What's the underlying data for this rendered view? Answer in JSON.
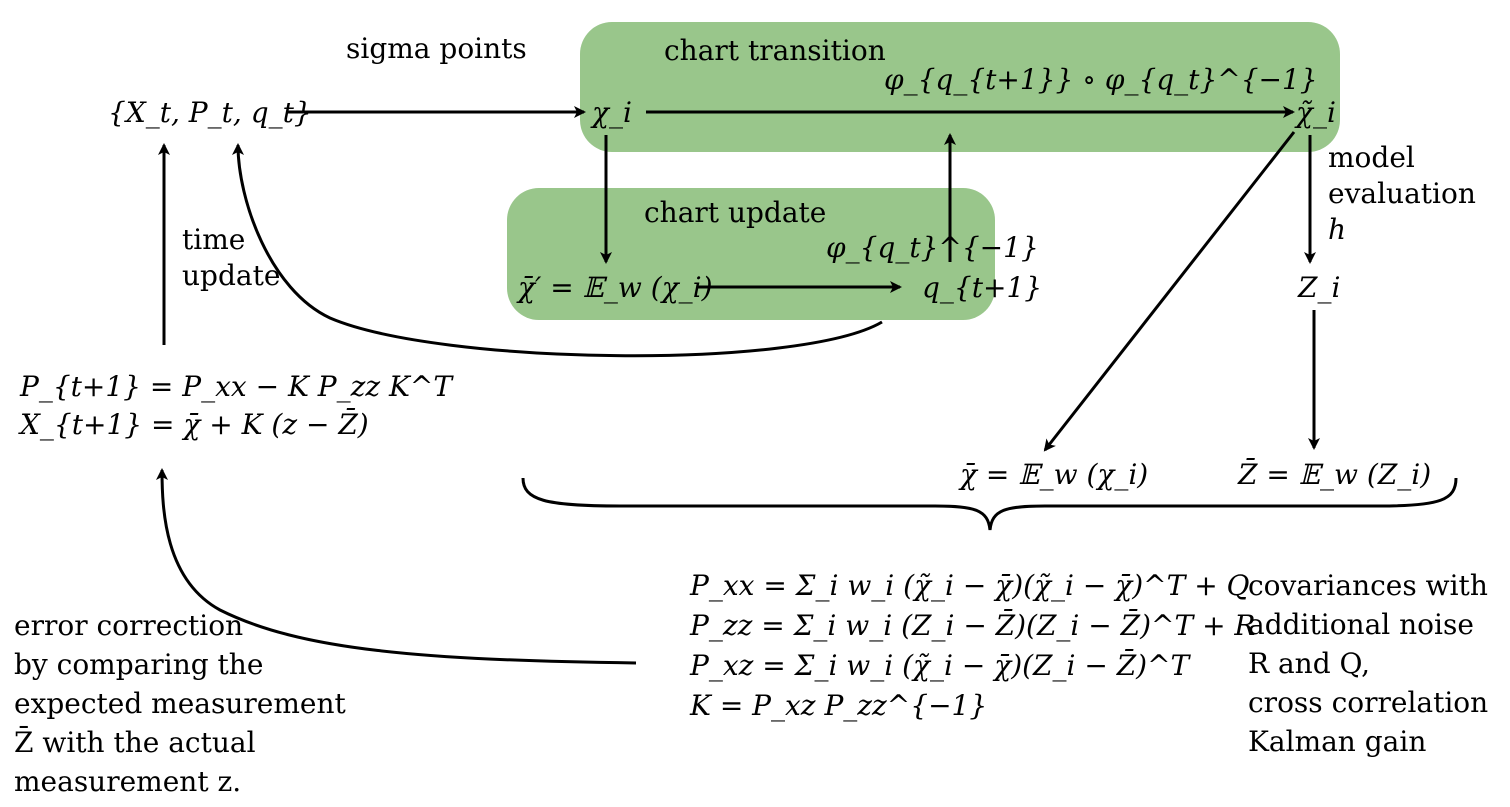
{
  "boxes": {
    "chart_transition": {
      "title": "chart transition",
      "color": "#99c68b"
    },
    "chart_update": {
      "title": "chart update",
      "color": "#99c68b"
    }
  },
  "nodes": {
    "state": "{X_t, P_t, q_t}",
    "chi_i": "χ_i",
    "chi_tilde_i": "χ̃_i",
    "chi_bar_prime": "χ̄′ = 𝔼_w (χ_i)",
    "q_next": "q_{t+1}",
    "Z_i": "Z_i",
    "chi_bar": "χ̄ = 𝔼_w (χ_i)",
    "Z_bar": "Z̄ = 𝔼_w (Z_i)"
  },
  "edge_labels": {
    "sigma_points": "sigma points",
    "phi_composite": "φ_{q_{t+1}} ∘ φ_{q_t}^{−1}",
    "phi_inverse": "φ_{q_t}^{−1}",
    "model_evaluation": [
      "model",
      "evaluation",
      "h"
    ],
    "time_update": [
      "time",
      "update"
    ]
  },
  "update_equations": [
    "P_{t+1} = P_xx − K P_zz K^T",
    "X_{t+1} = χ̄ + K (z − Z̄)"
  ],
  "covariance_equations": [
    "P_xx = Σ_i w_i (χ̃_i − χ̄)(χ̃_i − χ̄)^T + Q",
    "P_zz = Σ_i w_i (Z_i − Z̄)(Z_i − Z̄)^T + R",
    "P_xz = Σ_i w_i (χ̃_i − χ̄)(Z_i − Z̄)^T",
    "K = P_xz P_zz^{−1}"
  ],
  "covariance_note": [
    "covariances with",
    "additional noise",
    "R and Q,",
    "cross correlation",
    "Kalman gain"
  ],
  "error_note": [
    "error correction",
    "by comparing the",
    "expected measurement",
    "Z̄ with the actual",
    "measurement z."
  ]
}
